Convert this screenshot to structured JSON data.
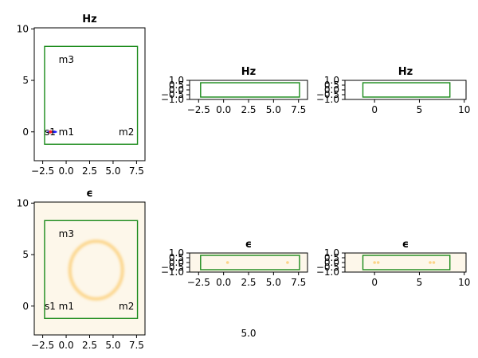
{
  "chart_data": [
    {
      "id": "hz_xy",
      "type": "heatmap",
      "title": "Hz",
      "xlim": [
        -3.4,
        8.4
      ],
      "ylim": [
        -2.8,
        10.1
      ],
      "xticks": [
        -2.5,
        0.0,
        2.5,
        5.0,
        7.5
      ],
      "xtick_labels": [
        "−2.5",
        "0.0",
        "2.5",
        "5.0",
        "7.5"
      ],
      "yticks": [
        0,
        5,
        10
      ],
      "ytick_labels": [
        "0",
        "5",
        "10"
      ],
      "background": "#ffffff",
      "box": {
        "x0": -2.3,
        "x1": 7.6,
        "y0": -1.2,
        "y1": 8.3,
        "color": "#1a8a1a"
      },
      "labels": [
        {
          "text": "m3",
          "x": -0.8,
          "y": 7.0
        },
        {
          "text": "s1",
          "x": -2.3,
          "y": 0.0
        },
        {
          "text": "m1",
          "x": -0.8,
          "y": 0.0
        },
        {
          "text": "m2",
          "x": 5.6,
          "y": 0.0
        }
      ],
      "field": {
        "x": -1.5,
        "y": 0.0,
        "colors": [
          "#1a1aff",
          "#ff2020"
        ]
      }
    },
    {
      "id": "hz_x1",
      "type": "heatmap",
      "title": "Hz",
      "xlim": [
        -3.4,
        8.4
      ],
      "ylim": [
        -1.0,
        1.0
      ],
      "xticks": [
        -2.5,
        0.0,
        2.5,
        5.0,
        7.5
      ],
      "xtick_labels": [
        "−2.5",
        "0.0",
        "2.5",
        "5.0",
        "7.5"
      ],
      "yticks": [
        1.0,
        0.5,
        0.0,
        -0.5,
        -1.0
      ],
      "ytick_labels": [
        "1.0",
        "0.5",
        "0.0",
        "−0.5",
        "−1.0"
      ],
      "background": "#ffffff",
      "box": {
        "x0": -2.3,
        "x1": 7.6,
        "y0": -0.75,
        "y1": 0.75,
        "color": "#1a8a1a"
      }
    },
    {
      "id": "hz_x2",
      "type": "heatmap",
      "title": "Hz",
      "xlim": [
        -3.3,
        10.2
      ],
      "ylim": [
        -1.0,
        1.0
      ],
      "xticks": [
        0,
        5,
        10
      ],
      "xtick_labels": [
        "0",
        "5",
        "10"
      ],
      "yticks": [
        1.0,
        0.5,
        0.0,
        -0.5,
        -1.0
      ],
      "ytick_labels": [
        "1.0",
        "0.5",
        "0.0",
        "−0.5",
        "−1.0"
      ],
      "background": "#ffffff",
      "box": {
        "x0": -1.3,
        "x1": 8.4,
        "y0": -0.75,
        "y1": 0.75,
        "color": "#1a8a1a"
      }
    },
    {
      "id": "eps_xy",
      "type": "heatmap",
      "title": "ϵ",
      "xlim": [
        -3.4,
        8.4
      ],
      "ylim": [
        -2.8,
        10.1
      ],
      "xticks": [
        -2.5,
        0.0,
        2.5,
        5.0,
        7.5
      ],
      "xtick_labels": [
        "−2.5",
        "0.0",
        "2.5",
        "5.0",
        "7.5"
      ],
      "yticks": [
        0,
        5,
        10
      ],
      "ytick_labels": [
        "0",
        "5",
        "10"
      ],
      "background": "#fdf7ea",
      "box": {
        "x0": -2.3,
        "x1": 7.6,
        "y0": -1.2,
        "y1": 8.3,
        "color": "#1a8a1a"
      },
      "labels": [
        {
          "text": "m3",
          "x": -0.8,
          "y": 7.0
        },
        {
          "text": "s1",
          "x": -2.3,
          "y": 0.0
        },
        {
          "text": "m1",
          "x": -0.8,
          "y": 0.0
        },
        {
          "text": "m2",
          "x": 5.6,
          "y": 0.0
        }
      ],
      "waveguides": [
        {
          "y": 7.0,
          "color": "#fcd488"
        },
        {
          "y": 0.0,
          "color": "#fcd488"
        }
      ],
      "ring": {
        "cx": 3.2,
        "cy": 3.5,
        "r": 2.8,
        "color": "#fcd488"
      }
    },
    {
      "id": "eps_x1",
      "type": "heatmap",
      "title": "ϵ",
      "xlim": [
        -3.4,
        8.4
      ],
      "ylim": [
        -1.0,
        1.0
      ],
      "xticks": [
        -2.5,
        0.0,
        2.5,
        5.0,
        7.5
      ],
      "xtick_labels": [
        "−2.5",
        "0.0",
        "2.5",
        "5.0",
        "7.5"
      ],
      "yticks": [
        1.0,
        0.5,
        0.0,
        -0.5,
        -1.0
      ],
      "ytick_labels": [
        "1.0",
        "0.5",
        "0.0",
        "−0.5",
        "−1.0"
      ],
      "background": "#fdf7ea",
      "box": {
        "x0": -2.3,
        "x1": 7.6,
        "y0": -0.75,
        "y1": 0.75,
        "color": "#1a8a1a"
      },
      "spots": [
        {
          "x": 0.4,
          "y": 0.0
        },
        {
          "x": 6.4,
          "y": 0.0
        }
      ]
    },
    {
      "id": "eps_x2",
      "type": "heatmap",
      "title": "ϵ",
      "xlim": [
        -3.3,
        10.2
      ],
      "ylim": [
        -1.0,
        1.0
      ],
      "xticks": [
        0,
        5,
        10
      ],
      "xtick_labels": [
        "0",
        "5",
        "10"
      ],
      "yticks": [
        1.0,
        0.5,
        0.0,
        -0.5,
        -1.0
      ],
      "ytick_labels": [
        "1.0",
        "0.5",
        "0.0",
        "−0.5",
        "−1.0"
      ],
      "background": "#fdf7ea",
      "box": {
        "x0": -1.3,
        "x1": 8.4,
        "y0": -0.75,
        "y1": 0.75,
        "color": "#1a8a1a"
      },
      "spots": [
        {
          "x": 0.0,
          "y": 0.0
        },
        {
          "x": 0.4,
          "y": 0.0
        },
        {
          "x": 6.2,
          "y": 0.0
        },
        {
          "x": 6.6,
          "y": 0.0
        }
      ]
    }
  ],
  "footer": {
    "time_label": "5.0"
  }
}
